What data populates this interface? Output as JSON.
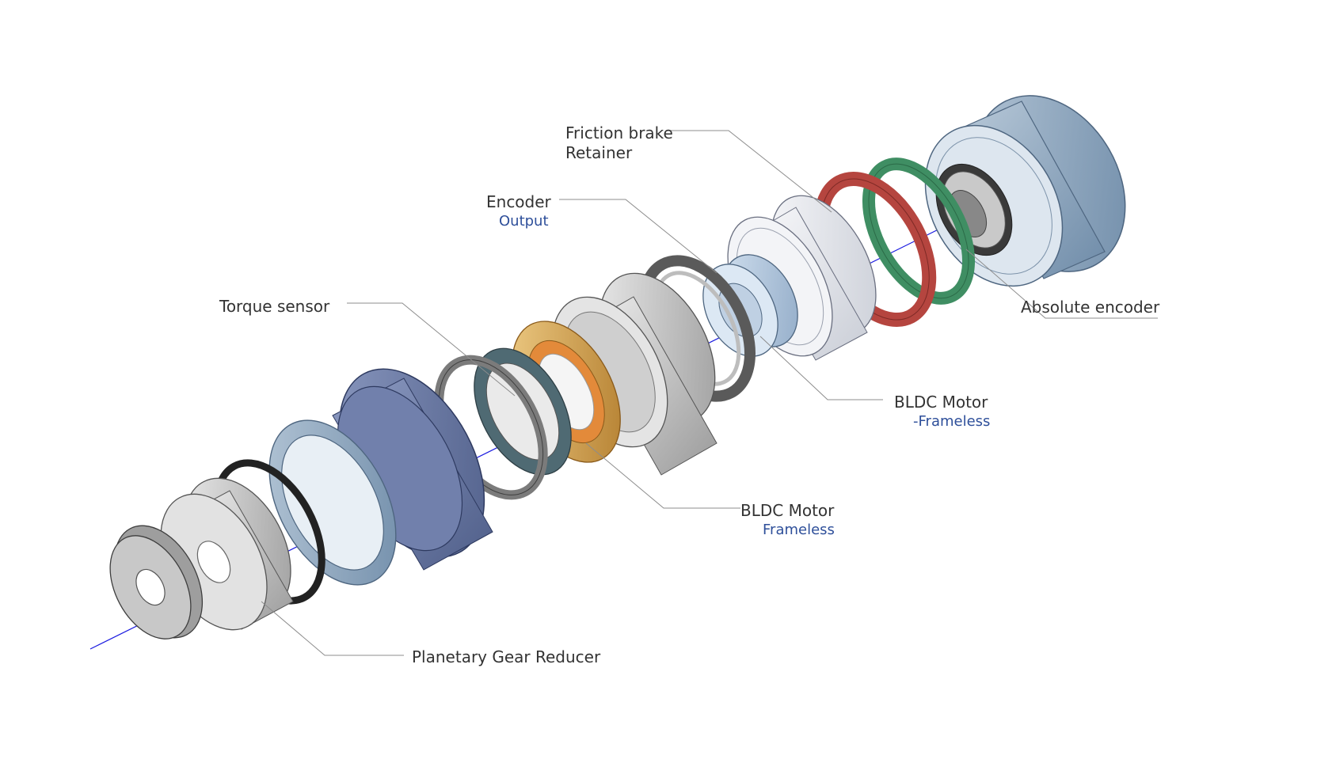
{
  "labels": {
    "friction_brake": "Friction brake",
    "retainer": "Retainer",
    "encoder": "Encoder",
    "encoder_output": "Output",
    "absolute_encoder": "Absolute encoder",
    "torque_sensor": "Torque sensor",
    "bldc_motor_1": "BLDC Motor",
    "bldc_motor_1_sub": "-Frameless",
    "bldc_motor_2": "BLDC Motor",
    "bldc_motor_2_sub": "Frameless",
    "planetary_gear_reducer": "Planetary Gear Reducer"
  },
  "colors": {
    "label_text": "#333333",
    "sub_label_text": "#2E4F9A",
    "leader_line": "#8C8C8C",
    "axis_line": "#1A1AE0",
    "housing_blue": "#6F7FA8",
    "encoder_housing": "#8FA6BE",
    "brake_red": "#B5453F",
    "retainer_green": "#3F8E63",
    "stator_copper": "#D9A24A",
    "bearing_grey": "#A7A7A7",
    "reducer_grey": "#C7C7C7"
  }
}
